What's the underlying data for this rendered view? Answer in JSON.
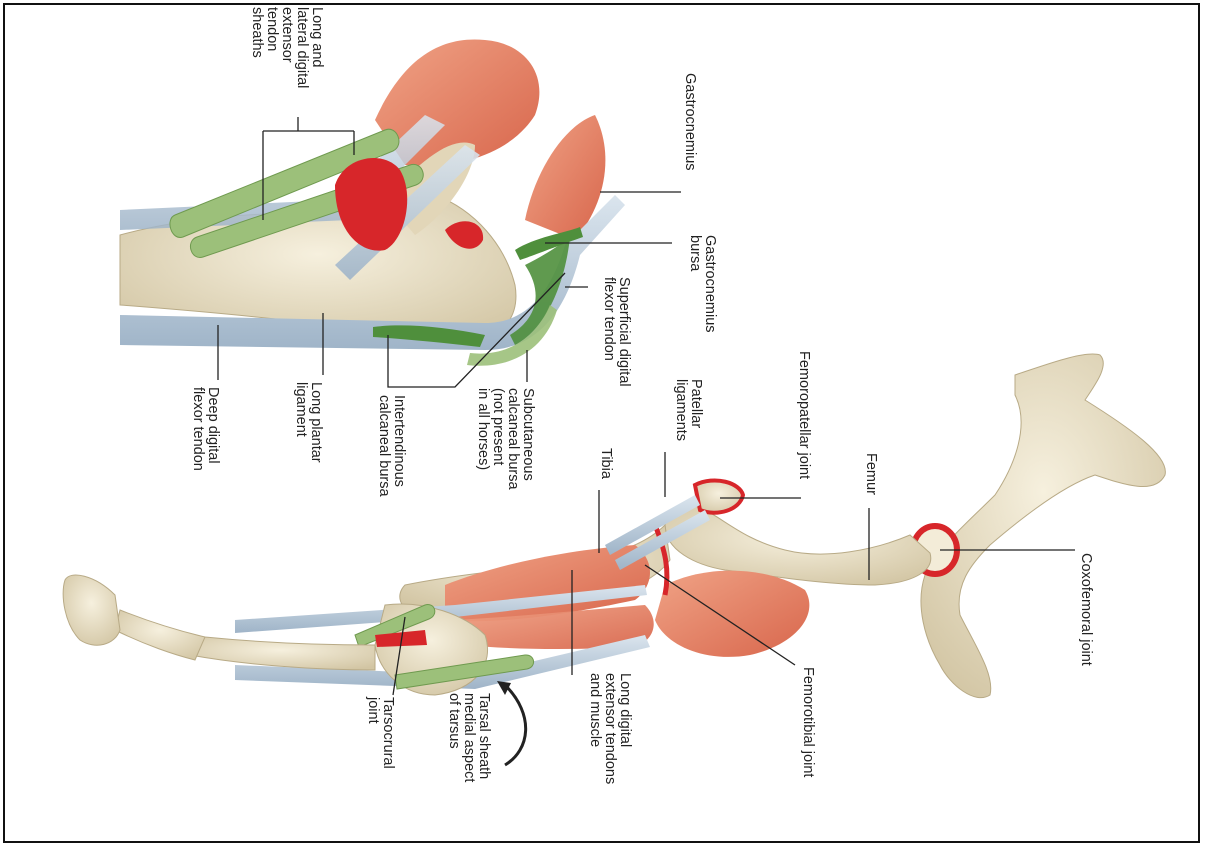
{
  "labels": {
    "long_lateral_sheaths": [
      "Long and",
      "lateral digital",
      "extensor",
      "tendon",
      "sheaths"
    ],
    "gastrocnemius": [
      "Gastrocnemius"
    ],
    "gastrocnemius_bursa": [
      "Gastrocnemius",
      "bursa"
    ],
    "superficial_digital_flexor": [
      "Superficial digital",
      "flexor tendon"
    ],
    "subcutaneous_bursa": [
      "Subcutaneous",
      "calcaneal bursa",
      "(not present",
      "in all horses)"
    ],
    "intertendinous_bursa": [
      "Intertendinous",
      "calcaneal bursa"
    ],
    "long_plantar_ligament": [
      "Long plantar",
      "ligament"
    ],
    "deep_digital_flexor": [
      "Deep digital",
      "flexor tendon"
    ],
    "patellar_ligaments": [
      "Patellar",
      "ligaments"
    ],
    "femoropatellar_joint": [
      "Femoropatellar joint"
    ],
    "femur": [
      "Femur"
    ],
    "coxofemoral_joint": [
      "Coxofemoral joint"
    ],
    "tibia": [
      "Tibia"
    ],
    "femorotibial_joint": [
      "Femorotibial joint"
    ],
    "long_digital_extensor": [
      "Long digital",
      "extensor tendons",
      "and muscle"
    ],
    "tarsal_sheath": [
      "Tarsal sheath",
      "medial aspect",
      "of tarsus"
    ],
    "tarsocrural_joint": [
      "Tarsocrural",
      "joint"
    ]
  },
  "colors": {
    "bone": "#ece3cc",
    "bone_shadow": "#cfc3a4",
    "muscle": "#e98a6e",
    "tendon": "#b9cadb",
    "sheath": "#9cc07a",
    "bursa": "#4f8f3c",
    "joint_capsule": "#d7262a",
    "leader": "#222222"
  }
}
